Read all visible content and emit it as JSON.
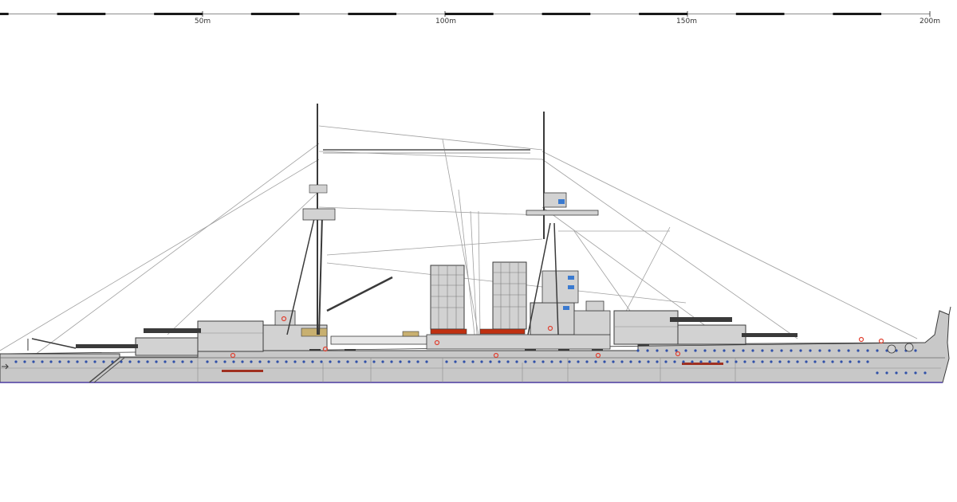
{
  "scale_bar": {
    "ticks": [
      {
        "meters": 50,
        "label": "50m"
      },
      {
        "meters": 100,
        "label": "100m"
      },
      {
        "meters": 150,
        "label": "150m"
      },
      {
        "meters": 200,
        "label": "200m"
      }
    ],
    "max_meters": 200,
    "segment_meters": 10
  },
  "colors": {
    "hull": "#c8c8c8",
    "hull_dark": "#a8a8a8",
    "superstructure": "#d2d2d2",
    "outline": "#3a3a3a",
    "rigging": "#9a9a9a",
    "porthole": "#3050a8",
    "accent_red": "#c03010",
    "waterline": "#4a3aa0",
    "lifebuoy": "#e04030",
    "window_blue": "#3a7ad0",
    "deck_wood": "#c8b070"
  }
}
